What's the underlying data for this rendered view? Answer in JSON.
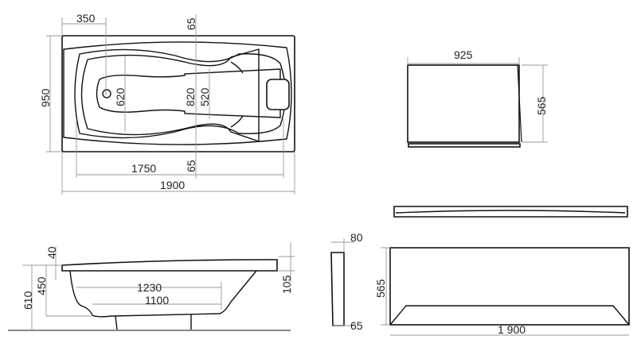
{
  "top_view": {
    "len_350": "350",
    "rim_top": "65",
    "width_950": "950",
    "depth_620": "620",
    "inner_820": "820",
    "inner_520": "520",
    "rim_bottom": "65",
    "inner_len": "1750",
    "total_len": "1900"
  },
  "side_view": {
    "rim_40": "40",
    "height_610": "610",
    "depth_450": "450",
    "bottom_1230": "1230",
    "bottom_1100": "1100",
    "rise_105": "105"
  },
  "panel_end": {
    "width": "925",
    "height": "565"
  },
  "panel_end_side": {
    "top": "80",
    "bottom": "65"
  },
  "panel_front": {
    "height": "565",
    "length": "1 900"
  }
}
